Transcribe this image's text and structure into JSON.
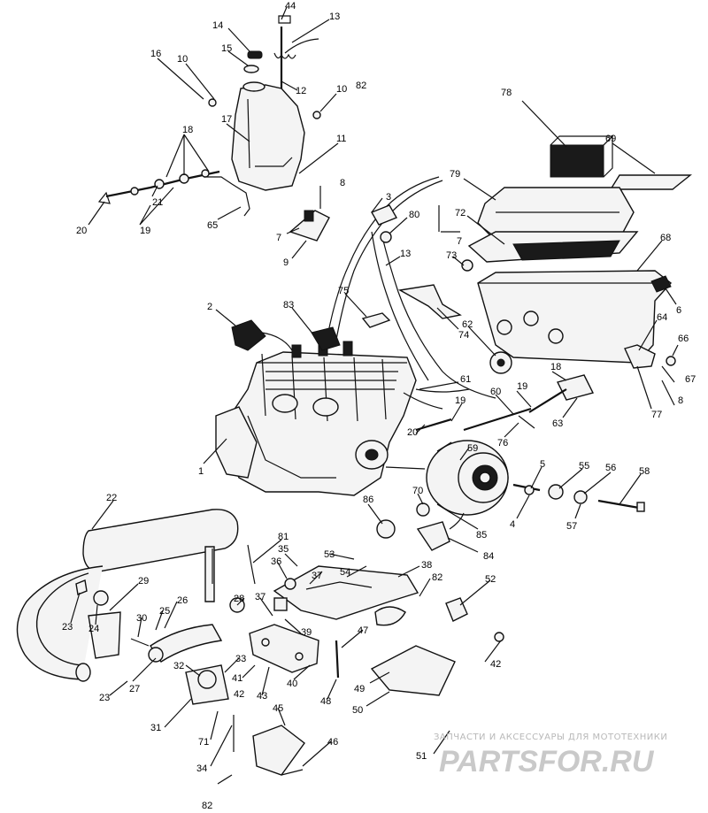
{
  "diagram": {
    "type": "exploded-parts-diagram",
    "labels": [
      "44",
      "13",
      "14",
      "15",
      "16",
      "10",
      "12",
      "10",
      "82",
      "11",
      "17",
      "18",
      "21",
      "20",
      "19",
      "65",
      "8",
      "7",
      "9",
      "78",
      "69",
      "79",
      "72",
      "7",
      "73",
      "68",
      "6",
      "3",
      "80",
      "13",
      "75",
      "2",
      "83",
      "74",
      "62",
      "64",
      "66",
      "77",
      "8",
      "67",
      "1",
      "61",
      "60",
      "19",
      "19",
      "18",
      "63",
      "20",
      "76",
      "59",
      "5",
      "55",
      "56",
      "58",
      "57",
      "4",
      "85",
      "70",
      "86",
      "84",
      "22",
      "81",
      "35",
      "36",
      "37",
      "53",
      "54",
      "38",
      "82",
      "52",
      "29",
      "26",
      "28",
      "37",
      "39",
      "23",
      "24",
      "30",
      "25",
      "27",
      "32",
      "33",
      "41",
      "42",
      "43",
      "40",
      "48",
      "47",
      "49",
      "50",
      "42",
      "23",
      "31",
      "71",
      "34",
      "45",
      "46",
      "82",
      "51"
    ]
  },
  "watermark": {
    "subtitle": "ЗАПЧАСТИ И АКСЕССУАРЫ ДЛЯ МОТОТЕХНИКИ",
    "logo": "PARTSFOR.RU"
  }
}
